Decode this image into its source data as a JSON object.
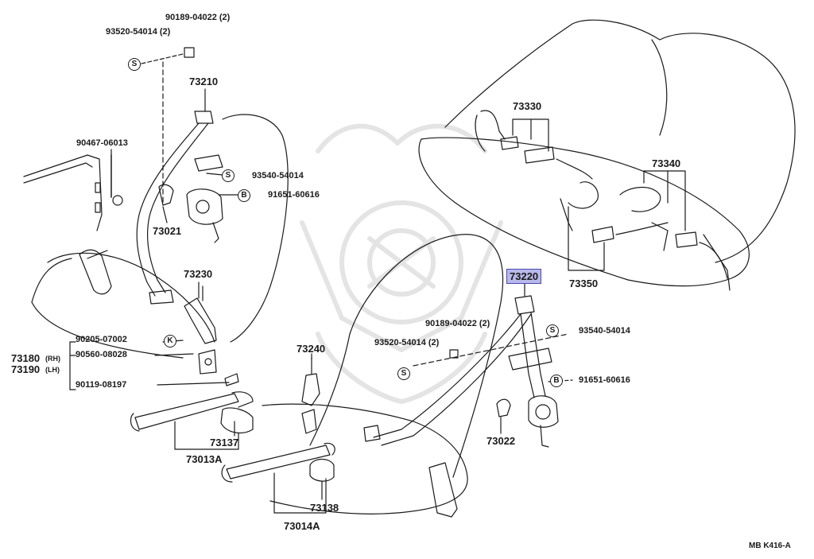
{
  "parts": [
    {
      "id": "p1",
      "label": "90189-04022 (2)",
      "kind": "part"
    },
    {
      "id": "p2",
      "label": "93520-54014 (2)",
      "kind": "part"
    },
    {
      "id": "p3",
      "label": "73210",
      "kind": "part"
    },
    {
      "id": "p4",
      "label": "90467-06013",
      "kind": "part"
    },
    {
      "id": "p5",
      "label": "93540-54014",
      "kind": "part"
    },
    {
      "id": "p6",
      "label": "91651-60616",
      "kind": "part"
    },
    {
      "id": "p7",
      "label": "73021",
      "kind": "part"
    },
    {
      "id": "p8",
      "label": "73230",
      "kind": "part"
    },
    {
      "id": "p9",
      "label": "90205-07002",
      "kind": "part"
    },
    {
      "id": "p10",
      "label": "90560-08028",
      "kind": "part"
    },
    {
      "id": "p11",
      "label": "90119-08197",
      "kind": "part"
    },
    {
      "id": "p12",
      "label": "73180",
      "kind": "part"
    },
    {
      "id": "p13",
      "label": "73190",
      "kind": "part"
    },
    {
      "id": "p14",
      "label": "(RH)",
      "kind": "side"
    },
    {
      "id": "p15",
      "label": "(LH)",
      "kind": "side"
    },
    {
      "id": "p16",
      "label": "73240",
      "kind": "part"
    },
    {
      "id": "p17",
      "label": "73137",
      "kind": "part"
    },
    {
      "id": "p18",
      "label": "73013A",
      "kind": "part"
    },
    {
      "id": "p19",
      "label": "73138",
      "kind": "part"
    },
    {
      "id": "p20",
      "label": "73014A",
      "kind": "part"
    },
    {
      "id": "p21",
      "label": "73330",
      "kind": "part"
    },
    {
      "id": "p22",
      "label": "73340",
      "kind": "part"
    },
    {
      "id": "p23",
      "label": "73350",
      "kind": "part"
    },
    {
      "id": "p24",
      "label": "73220",
      "kind": "selected"
    },
    {
      "id": "p25",
      "label": "90189-04022 (2)",
      "kind": "part"
    },
    {
      "id": "p26",
      "label": "93520-54014 (2)",
      "kind": "part"
    },
    {
      "id": "p27",
      "label": "93540-54014",
      "kind": "part"
    },
    {
      "id": "p28",
      "label": "91651-60616",
      "kind": "part"
    },
    {
      "id": "p29",
      "label": "73022",
      "kind": "part"
    }
  ],
  "symbols": {
    "s_screw": "S",
    "b_bolt": "B",
    "k_nut": "K"
  },
  "footer_code": "MB  K416-A",
  "colors": {
    "line": "#1a1a1a",
    "selected_bg": "#b8b8ea",
    "selected_border": "#4a4ab0",
    "watermark": "#e6e6e6"
  }
}
